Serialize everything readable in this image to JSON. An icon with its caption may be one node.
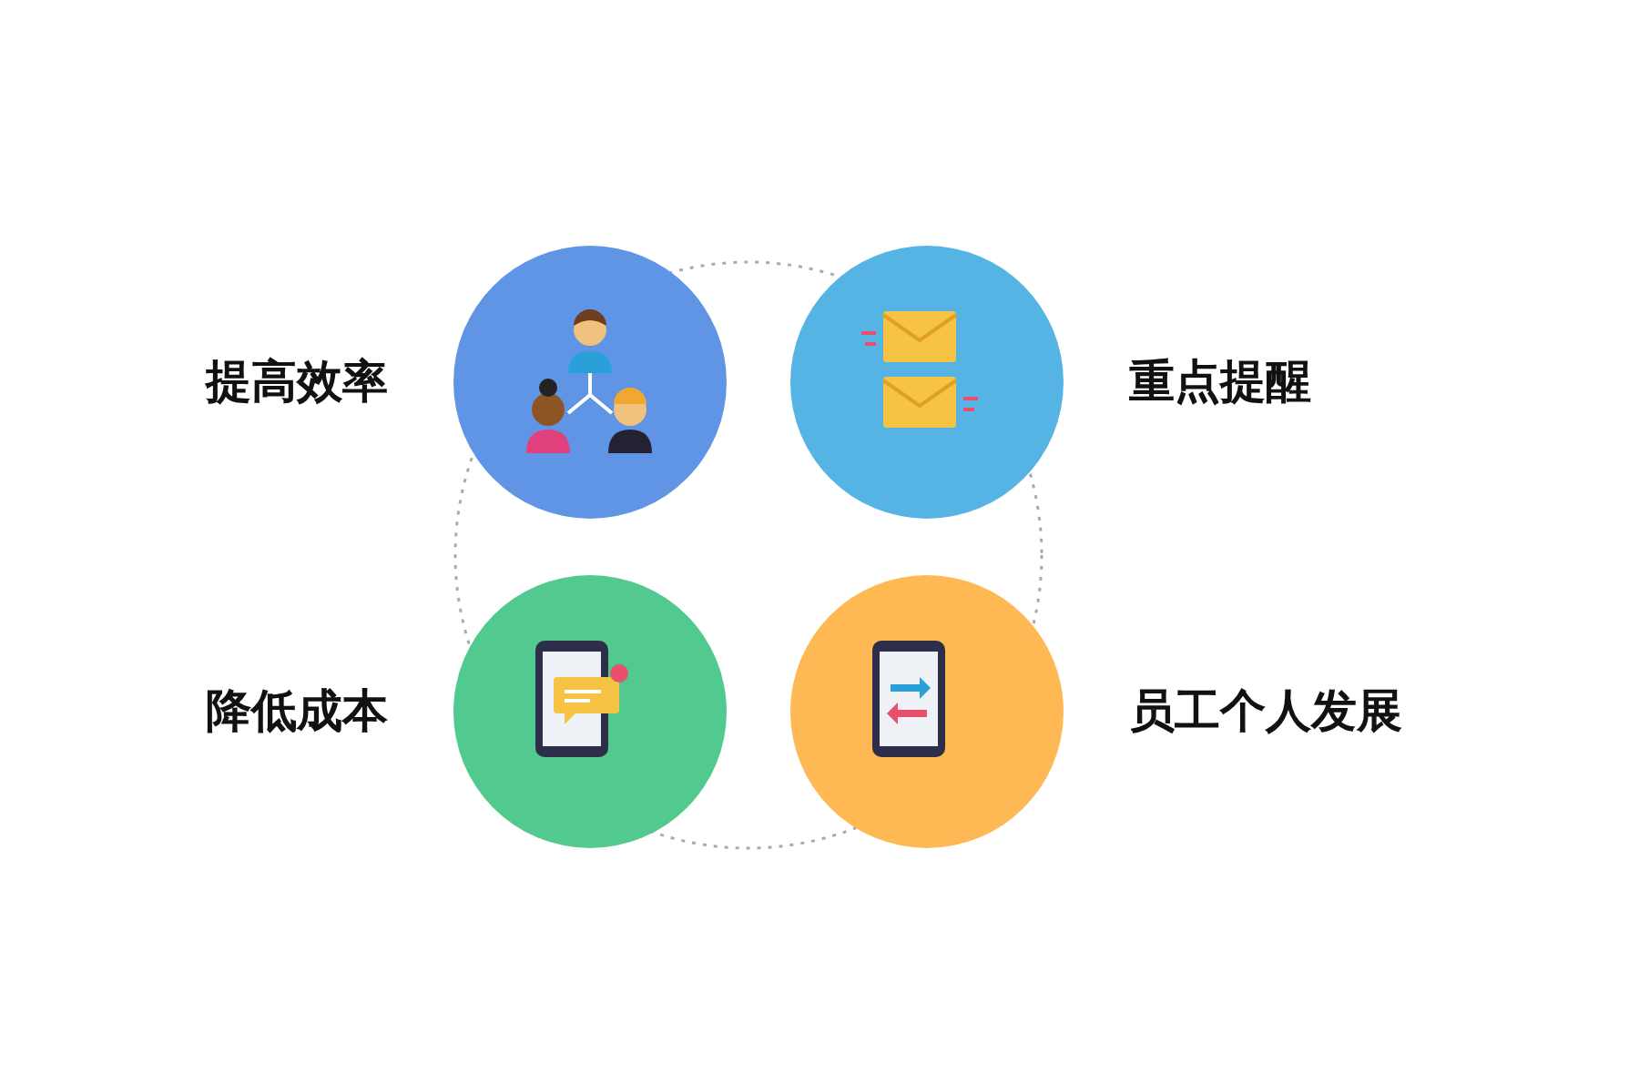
{
  "diagram": {
    "nodes": [
      {
        "text": [],
        "shape": "circle",
        "beside": [
          "提高效率"
        ]
      },
      {
        "text": [],
        "shape": "circle",
        "beside": [
          "重点提醒"
        ]
      },
      {
        "text": [],
        "shape": "circle",
        "beside": [
          "降低成本"
        ]
      },
      {
        "text": [],
        "shape": "circle",
        "beside": [
          "员工个人发展"
        ]
      }
    ],
    "edges": []
  }
}
